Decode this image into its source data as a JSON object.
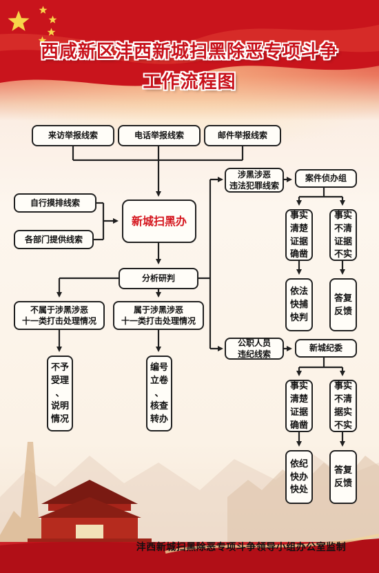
{
  "title": {
    "line1": "西咸新区沣西新城扫黑除恶专项斗争",
    "line2": "工作流程图"
  },
  "sources": {
    "visit": "来访举报线索",
    "phone": "电话举报线索",
    "mail": "邮件举报线索",
    "self": "自行摸排线索",
    "departments": "各部门提供线索"
  },
  "hub": "新城扫黑办",
  "analysis": "分析研判",
  "not_belong": "不属于涉黑涉恶\n十一类打击处理情况",
  "belong": "属于涉黑涉恶\n十一类打击处理情况",
  "not_belong_result": "不予\n受理\n、\n说明\n情况",
  "belong_result": "编号\n立卷\n、\n核查\n转办",
  "crime": {
    "label": "涉黑涉恶\n违法犯罪线索",
    "handler": "案件侦办组",
    "clear": "事实\n清楚\n证据\n确凿",
    "unclear": "事实\n不清\n证据\n不实",
    "clear_result": "依法\n快捕\n快判",
    "unclear_result": "答复\n反馈"
  },
  "official": {
    "label": "公职人员\n违纪线索",
    "handler": "新城纪委",
    "clear": "事实\n清楚\n证据\n确凿",
    "unclear": "事实\n不清\n据实\n不实",
    "clear_result": "依纪\n快办\n快处",
    "unclear_result": "答复\n反馈"
  },
  "footer": "沣西新城扫黑除恶专项斗争领导小组办公室监制",
  "colors": {
    "title_red": "#c8101a",
    "hub_red": "#d4121a",
    "banner_red": "#c9141c",
    "line": "#1f1f1f"
  }
}
